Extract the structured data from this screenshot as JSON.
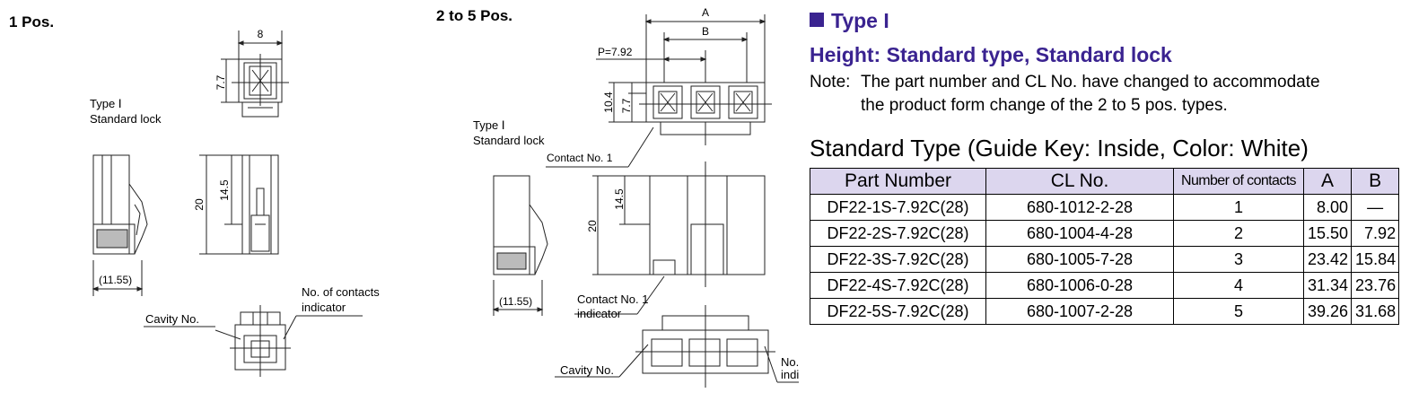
{
  "left": {
    "title": "1 Pos.",
    "type_label": "Type Ⅰ",
    "lock_label": "Standard lock",
    "dim_width": "8",
    "dim_height_small": "7.7",
    "dim_height_total": "20",
    "dim_height_mid": "14.5",
    "dim_depth": "(11.55)",
    "cavity_label": "Cavity No.",
    "contacts_indicator_line1": "No. of contacts",
    "contacts_indicator_line2": "indicator"
  },
  "middle": {
    "title": "2 to 5 Pos.",
    "dim_a": "A",
    "dim_b": "B",
    "pitch": "P=7.92",
    "dim_10_4": "10.4",
    "dim_7_7": "7.7",
    "type_label": "Type Ⅰ",
    "lock_label": "Standard lock",
    "contact_no_1": "Contact No. 1",
    "dim_20": "20",
    "dim_14_5": "14.5",
    "dim_depth": "(11.55)",
    "contact_no_1_indicator_line1": "Contact No. 1",
    "contact_no_1_indicator_line2": "indicator",
    "cavity_label": "Cavity No.",
    "contacts_indicator_line1": "No. of contacts",
    "contacts_indicator_line2": "indicator"
  },
  "right": {
    "type_heading": "Type I",
    "height_heading": "Height: Standard type, Standard lock",
    "note_label": "Note:",
    "note_line1": "The part number and CL No. have changed to accommodate",
    "note_line2": "the product form change of the 2 to 5 pos. types.",
    "standard_type": "Standard Type (Guide Key: Inside, Color: White)",
    "table": {
      "headers": [
        "Part Number",
        "CL No.",
        "Number of contacts",
        "A",
        "B"
      ],
      "rows": [
        [
          "DF22-1S-7.92C(28)",
          "680-1012-2-28",
          "1",
          "8.00",
          "—"
        ],
        [
          "DF22-2S-7.92C(28)",
          "680-1004-4-28",
          "2",
          "15.50",
          "7.92"
        ],
        [
          "DF22-3S-7.92C(28)",
          "680-1005-7-28",
          "3",
          "23.42",
          "15.84"
        ],
        [
          "DF22-4S-7.92C(28)",
          "680-1006-0-28",
          "4",
          "31.34",
          "23.76"
        ],
        [
          "DF22-5S-7.92C(28)",
          "680-1007-2-28",
          "5",
          "39.26",
          "31.68"
        ]
      ]
    }
  }
}
